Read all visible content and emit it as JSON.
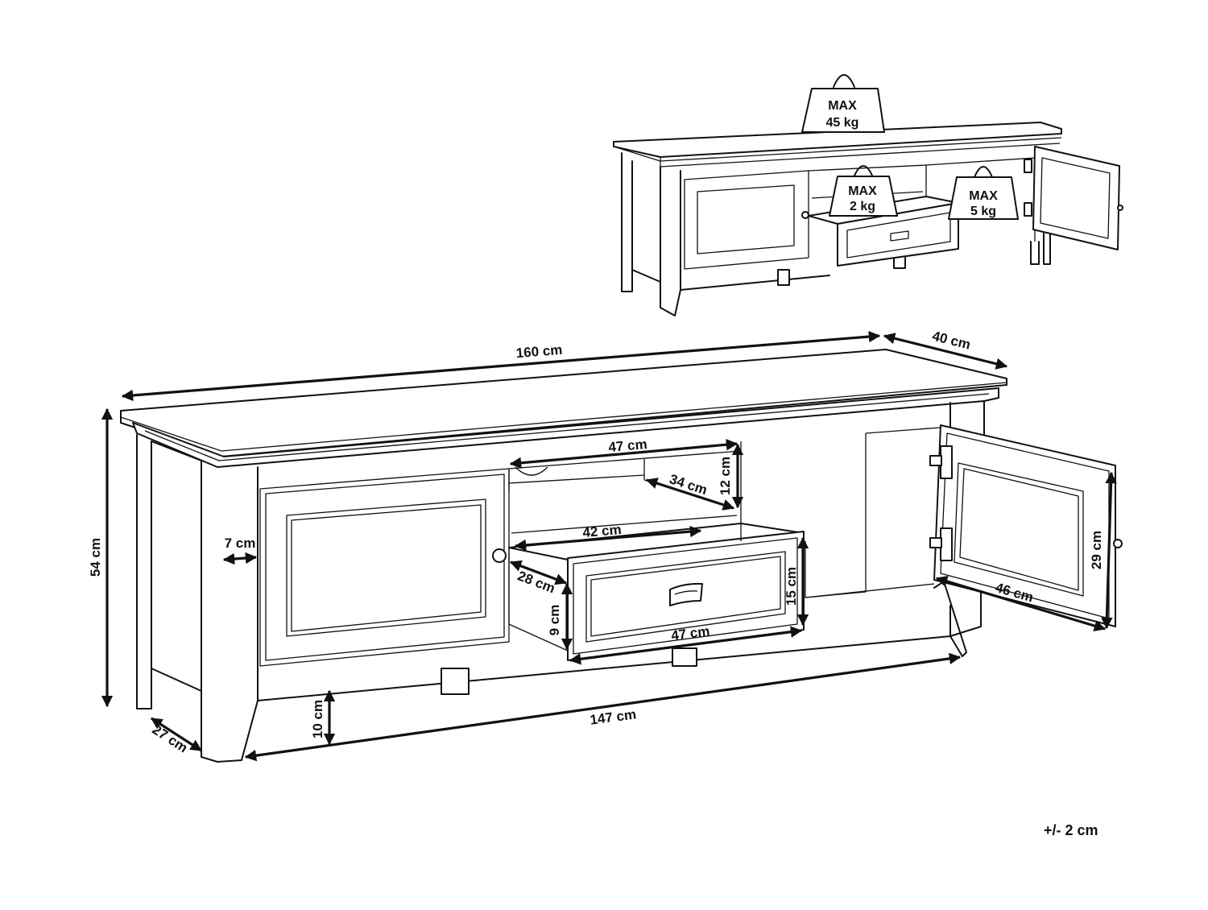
{
  "dimensions": {
    "width_total": "160 cm",
    "depth_total": "40 cm",
    "height_total": "54 cm",
    "side_depth": "27 cm",
    "inner_width": "147 cm",
    "leg_height": "10 cm",
    "side_panel": "7 cm",
    "shelf_width": "47 cm",
    "shelf_depth": "34 cm",
    "shelf_height": "12 cm",
    "drawer_inner_width": "42 cm",
    "drawer_depth": "28 cm",
    "drawer_inner_height": "9 cm",
    "drawer_front_width": "47 cm",
    "drawer_front_height": "15 cm",
    "door_width": "46 cm",
    "door_height": "29 cm"
  },
  "weight_limits": {
    "top": {
      "max": "MAX",
      "value": "45 kg"
    },
    "drawer": {
      "max": "MAX",
      "value": "2 kg"
    },
    "shelf": {
      "max": "MAX",
      "value": "5 kg"
    }
  },
  "tolerance": "+/- 2 cm"
}
